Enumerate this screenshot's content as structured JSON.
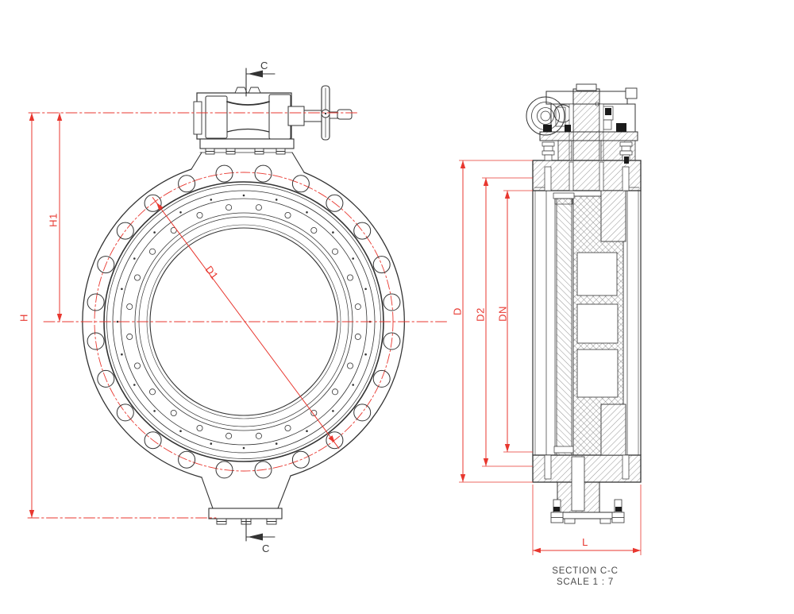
{
  "drawing": {
    "front": {
      "marker_c_top": "C",
      "marker_c_bottom": "C",
      "dim_h": "H",
      "dim_h1": "H1",
      "dim_d1": "D1"
    },
    "section": {
      "dim_d": "D",
      "dim_d2": "D2",
      "dim_dn": "DN",
      "dim_l": "L",
      "title": "SECTION C-C",
      "scale": "SCALE 1 : 7"
    },
    "colors": {
      "dimension_red": "#e8372f",
      "line_dark": "#333333",
      "background": "#ffffff"
    }
  }
}
